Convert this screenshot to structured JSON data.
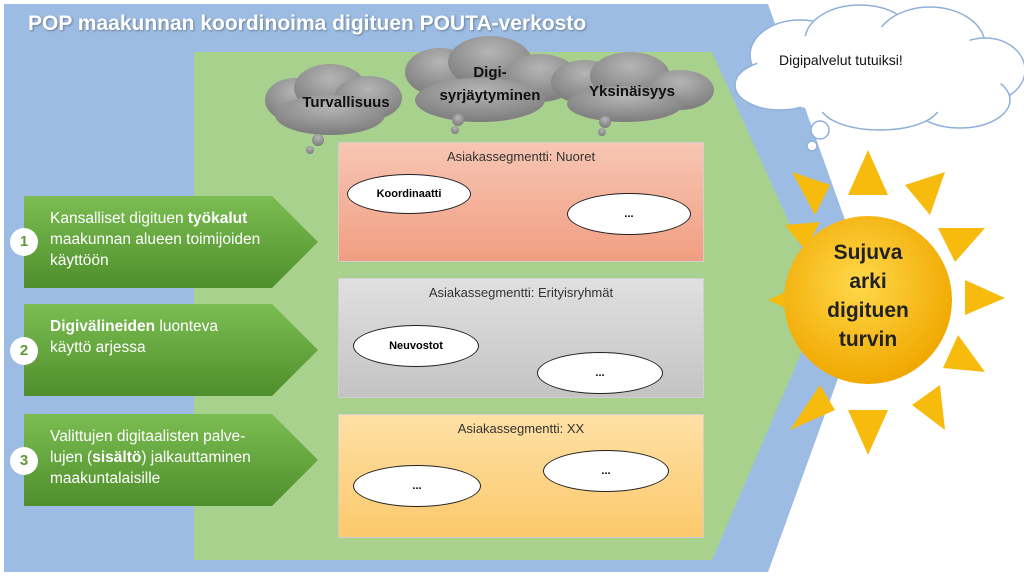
{
  "title": "POP maakunnan koordinoima digituen POUTA-verkosto",
  "thought_bubble": "Digipalvelut tutuiksi!",
  "clouds": [
    "Turvallisuus",
    "Digi-",
    "syrjäytyminen",
    "Yksinäisyys"
  ],
  "steps": [
    {
      "number": "1",
      "pre": "Kansalliset digituen ",
      "bold": "työkalut",
      "post": "",
      "line2": "maakunnan alueen toimijoiden",
      "line3": "käyttöön"
    },
    {
      "number": "2",
      "pre": "",
      "bold": "Digivälineiden",
      "post": " luonteva",
      "line2": "käyttö arjessa",
      "line3": ""
    },
    {
      "number": "3",
      "pre": "Valittujen digitaalisten palve-",
      "bold": "",
      "post": "",
      "line2_pre": "lujen (",
      "line2_bold": "sisältö",
      "line2_post": ") jalkauttaminen",
      "line3": "maakuntalaisille"
    }
  ],
  "segments": [
    {
      "title": "Asiakassegmentti: Nuoret",
      "items": [
        "Koordinaatti",
        "..."
      ]
    },
    {
      "title": "Asiakassegmentti: Erityisryhmät",
      "items": [
        "Neuvostot",
        "..."
      ]
    },
    {
      "title": "Asiakassegmentti: XX",
      "items": [
        "...",
        "..."
      ]
    }
  ],
  "sun": {
    "line1": "Sujuva",
    "line2": "arki",
    "line3": "digituen",
    "line4": "turvin"
  },
  "colors": {
    "blue_bg": "#9dbce3",
    "green_area": "#a9d18e",
    "step_green": "#62a23c",
    "segment_red": "#f4b29a",
    "segment_gray": "#cfcfcf",
    "segment_orange": "#fdd48a",
    "cloud_gray": "#8e8e8e",
    "sun_yellow": "#f6bb0c"
  }
}
